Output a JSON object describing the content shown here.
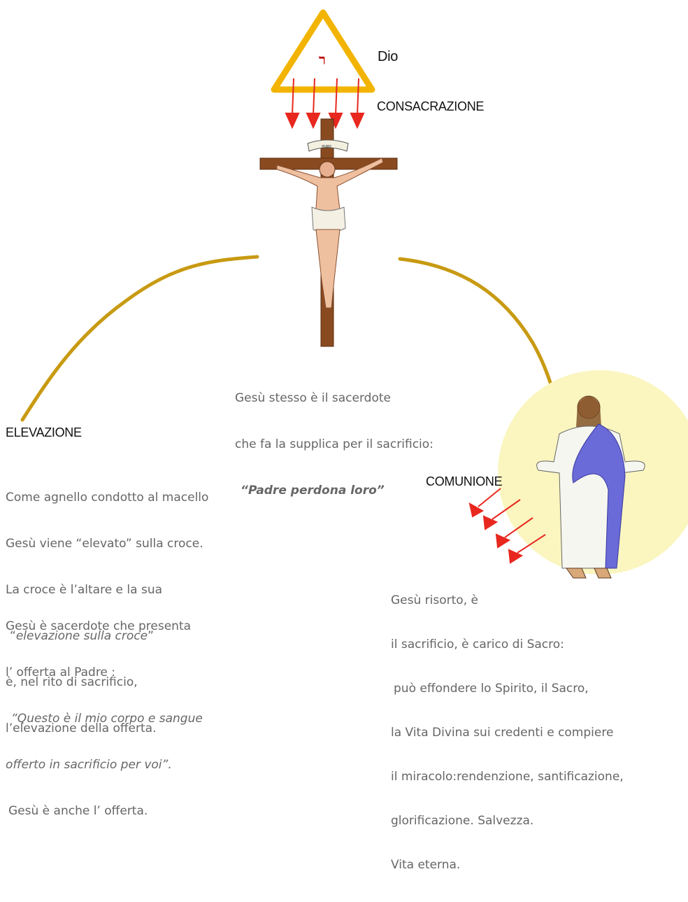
{
  "labels": {
    "dio": "Dio",
    "consacrazione": "CONSACRAZIONE",
    "elevazione": "ELEVAZIONE",
    "comunione": "COMUNIONE",
    "inri": "INRI",
    "hebrew_letter": "ר"
  },
  "center_text": {
    "line1": "Gesù stesso è il sacerdote",
    "line2": "che fa la supplica per il sacrificio:",
    "quote": "“Padre perdona loro”"
  },
  "left_text_1": {
    "line1": "Come agnello condotto al macello",
    "line2": "Gesù viene “elevato” sulla croce.",
    "line3": "La croce è l’altare e la sua",
    "line4_open": "“",
    "line4_em": "elevazione sulla croce",
    "line4_close": "”",
    "line5": "è, nel rito di sacrificio,",
    "line6": "l’elevazione della offerta."
  },
  "left_text_2": {
    "line1": "Gesù è sacerdote che presenta",
    "line2": "l’ offerta al Padre :",
    "line3": "“Questo è il mio corpo e sangue",
    "line4": "offerto in sacrificio per voi”.",
    "line5": "Gesù è anche l’ offerta."
  },
  "right_text": {
    "line1": "Gesù risorto, è",
    "line2": "il sacrificio, è carico di Sacro:",
    "line3": "può effondere lo Spirito, il Sacro,",
    "line4": "la Vita Divina sui credenti e compiere",
    "line5": "il miracolo:rendenzione, santificazione,",
    "line6": "glorificazione. Salvezza.",
    "line7": "Vita eterna."
  },
  "colors": {
    "triangle": "#f2b400",
    "arrow_red": "#e8281e",
    "path_gold": "#c89a12",
    "cross_wood": "#8a4a20",
    "halo": "#fbf6c0",
    "robe_purple": "#6a6ad8"
  }
}
